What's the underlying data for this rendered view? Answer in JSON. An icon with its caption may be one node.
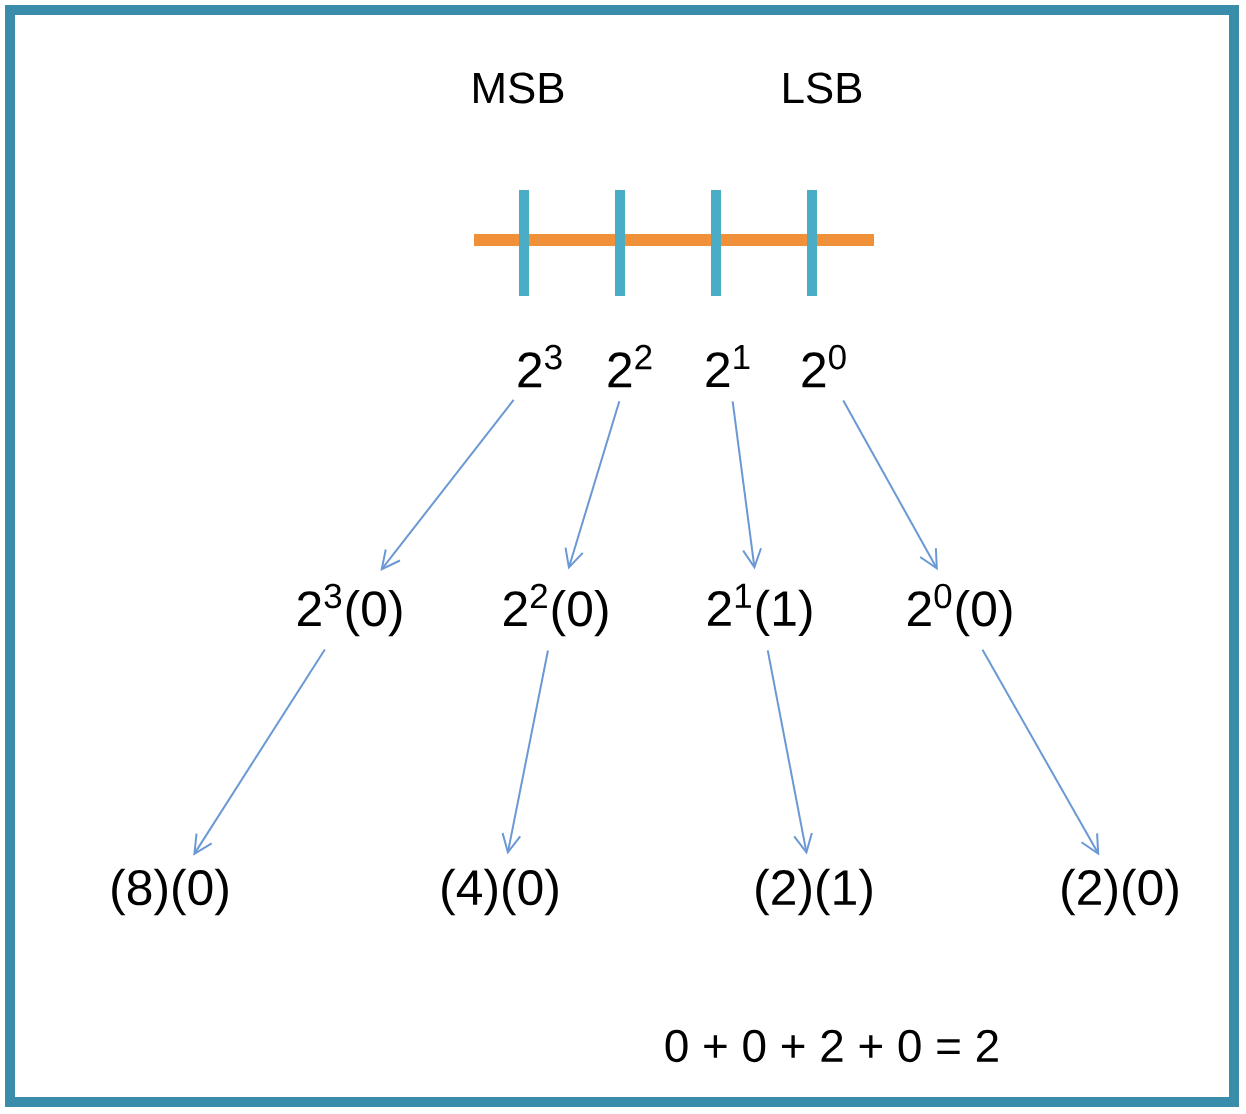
{
  "diagram": {
    "nodes": [
      {
        "text": [
          "2$^{3}$"
        ]
      },
      {
        "text": [
          "2$^{2}$"
        ]
      },
      {
        "text": [
          "2$^{1}$"
        ]
      },
      {
        "text": [
          "2$^{0}$"
        ]
      },
      {
        "text": [
          "2$^{3}$(0)"
        ]
      },
      {
        "text": [
          "2$^{2}$(0)"
        ]
      },
      {
        "text": [
          "2$^{1}$(1)"
        ]
      },
      {
        "text": [
          "2$^{0}$(0)"
        ]
      },
      {
        "text": [
          "(8)(0)"
        ]
      },
      {
        "text": [
          "(4)(0)"
        ]
      },
      {
        "text": [
          "(2)(1)"
        ]
      },
      {
        "text": [
          "(2)(0)"
        ]
      }
    ],
    "edges": [
      {
        "from": 0,
        "to": 4,
        "arrow": "to"
      },
      {
        "from": 1,
        "to": 5,
        "arrow": "to"
      },
      {
        "from": 2,
        "to": 6,
        "arrow": "to"
      },
      {
        "from": 3,
        "to": 7,
        "arrow": "to"
      },
      {
        "from": 4,
        "to": 8,
        "arrow": "to"
      },
      {
        "from": 5,
        "to": 9,
        "arrow": "to"
      },
      {
        "from": 6,
        "to": 10,
        "arrow": "to"
      },
      {
        "from": 7,
        "to": 11,
        "arrow": "to"
      }
    ],
    "labels": [
      "MSB",
      "LSB",
      "0 + 0 + 2 + 0 = 2"
    ]
  }
}
